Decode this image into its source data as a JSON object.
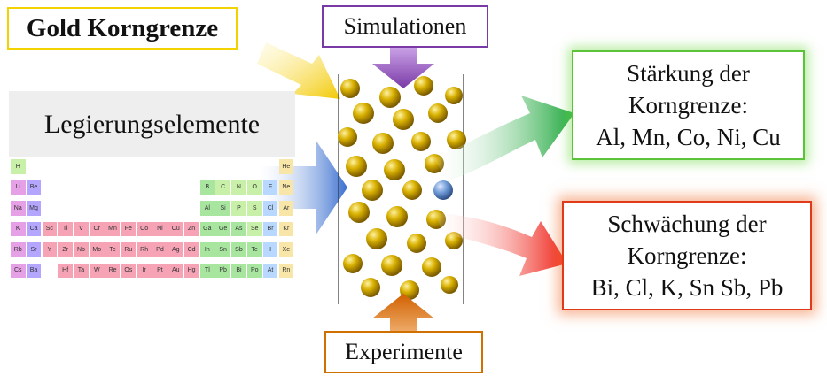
{
  "title": "Gold Korngrenze",
  "simulation_label": "Simulationen",
  "experiment_label": "Experimente",
  "alloy_header": "Legierungselemente",
  "strengthen": {
    "line1": "Stärkung der",
    "line2": "Korngrenze:",
    "line3": "Al, Mn, Co, Ni, Cu"
  },
  "weaken": {
    "line1": "Schwächung der",
    "line2": "Korngrenze:",
    "line3": "Bi, Cl, K, Sn Sb, Pb"
  },
  "colors": {
    "title_border": "#f2d200",
    "simulation": "#7a3aa6",
    "experiment": "#d07000",
    "strengthen": "#3cb03a",
    "weaken": "#e02010",
    "input_arrow": "#3a6fd0",
    "gold_atom": "#d4a900",
    "solute_atom": "#6f9ad6"
  },
  "periodic_table": [
    {
      "s": "H",
      "r": 0,
      "c": 0,
      "t": "nonmetal"
    },
    {
      "s": "He",
      "r": 0,
      "c": 17,
      "t": "noble"
    },
    {
      "s": "Li",
      "r": 1,
      "c": 0,
      "t": "alkali"
    },
    {
      "s": "Be",
      "r": 1,
      "c": 1,
      "t": "alkaline"
    },
    {
      "s": "B",
      "r": 1,
      "c": 12,
      "t": "metalloid"
    },
    {
      "s": "C",
      "r": 1,
      "c": 13,
      "t": "nonmetal"
    },
    {
      "s": "N",
      "r": 1,
      "c": 14,
      "t": "nonmetal"
    },
    {
      "s": "O",
      "r": 1,
      "c": 15,
      "t": "nonmetal"
    },
    {
      "s": "F",
      "r": 1,
      "c": 16,
      "t": "halogen"
    },
    {
      "s": "Ne",
      "r": 1,
      "c": 17,
      "t": "noble"
    },
    {
      "s": "Na",
      "r": 2,
      "c": 0,
      "t": "alkali"
    },
    {
      "s": "Mg",
      "r": 2,
      "c": 1,
      "t": "alkaline"
    },
    {
      "s": "Al",
      "r": 2,
      "c": 12,
      "t": "post"
    },
    {
      "s": "Si",
      "r": 2,
      "c": 13,
      "t": "metalloid"
    },
    {
      "s": "P",
      "r": 2,
      "c": 14,
      "t": "nonmetal"
    },
    {
      "s": "S",
      "r": 2,
      "c": 15,
      "t": "nonmetal"
    },
    {
      "s": "Cl",
      "r": 2,
      "c": 16,
      "t": "halogen"
    },
    {
      "s": "Ar",
      "r": 2,
      "c": 17,
      "t": "noble"
    },
    {
      "s": "K",
      "r": 3,
      "c": 0,
      "t": "alkali"
    },
    {
      "s": "Ca",
      "r": 3,
      "c": 1,
      "t": "alkaline"
    },
    {
      "s": "Sc",
      "r": 3,
      "c": 2,
      "t": "tm"
    },
    {
      "s": "Ti",
      "r": 3,
      "c": 3,
      "t": "tm"
    },
    {
      "s": "V",
      "r": 3,
      "c": 4,
      "t": "tm"
    },
    {
      "s": "Cr",
      "r": 3,
      "c": 5,
      "t": "tm"
    },
    {
      "s": "Mn",
      "r": 3,
      "c": 6,
      "t": "tm"
    },
    {
      "s": "Fe",
      "r": 3,
      "c": 7,
      "t": "tm"
    },
    {
      "s": "Co",
      "r": 3,
      "c": 8,
      "t": "tm"
    },
    {
      "s": "Ni",
      "r": 3,
      "c": 9,
      "t": "tm"
    },
    {
      "s": "Cu",
      "r": 3,
      "c": 10,
      "t": "tm"
    },
    {
      "s": "Zn",
      "r": 3,
      "c": 11,
      "t": "tm"
    },
    {
      "s": "Ga",
      "r": 3,
      "c": 12,
      "t": "post"
    },
    {
      "s": "Ge",
      "r": 3,
      "c": 13,
      "t": "metalloid"
    },
    {
      "s": "As",
      "r": 3,
      "c": 14,
      "t": "metalloid"
    },
    {
      "s": "Se",
      "r": 3,
      "c": 15,
      "t": "nonmetal"
    },
    {
      "s": "Br",
      "r": 3,
      "c": 16,
      "t": "halogen"
    },
    {
      "s": "Kr",
      "r": 3,
      "c": 17,
      "t": "noble"
    },
    {
      "s": "Rb",
      "r": 4,
      "c": 0,
      "t": "alkali"
    },
    {
      "s": "Sr",
      "r": 4,
      "c": 1,
      "t": "alkaline"
    },
    {
      "s": "Y",
      "r": 4,
      "c": 2,
      "t": "tm"
    },
    {
      "s": "Zr",
      "r": 4,
      "c": 3,
      "t": "tm"
    },
    {
      "s": "Nb",
      "r": 4,
      "c": 4,
      "t": "tm"
    },
    {
      "s": "Mo",
      "r": 4,
      "c": 5,
      "t": "tm"
    },
    {
      "s": "Tc",
      "r": 4,
      "c": 6,
      "t": "tm"
    },
    {
      "s": "Ru",
      "r": 4,
      "c": 7,
      "t": "tm"
    },
    {
      "s": "Rh",
      "r": 4,
      "c": 8,
      "t": "tm"
    },
    {
      "s": "Pd",
      "r": 4,
      "c": 9,
      "t": "tm"
    },
    {
      "s": "Ag",
      "r": 4,
      "c": 10,
      "t": "tm"
    },
    {
      "s": "Cd",
      "r": 4,
      "c": 11,
      "t": "tm"
    },
    {
      "s": "In",
      "r": 4,
      "c": 12,
      "t": "post"
    },
    {
      "s": "Sn",
      "r": 4,
      "c": 13,
      "t": "post"
    },
    {
      "s": "Sb",
      "r": 4,
      "c": 14,
      "t": "metalloid"
    },
    {
      "s": "Te",
      "r": 4,
      "c": 15,
      "t": "metalloid"
    },
    {
      "s": "I",
      "r": 4,
      "c": 16,
      "t": "halogen"
    },
    {
      "s": "Xe",
      "r": 4,
      "c": 17,
      "t": "noble"
    },
    {
      "s": "Cs",
      "r": 5,
      "c": 0,
      "t": "alkali"
    },
    {
      "s": "Ba",
      "r": 5,
      "c": 1,
      "t": "alkaline"
    },
    {
      "s": "Hf",
      "r": 5,
      "c": 3,
      "t": "tm"
    },
    {
      "s": "Ta",
      "r": 5,
      "c": 4,
      "t": "tm"
    },
    {
      "s": "W",
      "r": 5,
      "c": 5,
      "t": "tm"
    },
    {
      "s": "Re",
      "r": 5,
      "c": 6,
      "t": "tm"
    },
    {
      "s": "Os",
      "r": 5,
      "c": 7,
      "t": "tm"
    },
    {
      "s": "Ir",
      "r": 5,
      "c": 8,
      "t": "tm"
    },
    {
      "s": "Pt",
      "r": 5,
      "c": 9,
      "t": "tm"
    },
    {
      "s": "Au",
      "r": 5,
      "c": 10,
      "t": "tm"
    },
    {
      "s": "Hg",
      "r": 5,
      "c": 11,
      "t": "tm"
    },
    {
      "s": "Tl",
      "r": 5,
      "c": 12,
      "t": "post"
    },
    {
      "s": "Pb",
      "r": 5,
      "c": 13,
      "t": "post"
    },
    {
      "s": "Bi",
      "r": 5,
      "c": 14,
      "t": "post"
    },
    {
      "s": "Po",
      "r": 5,
      "c": 15,
      "t": "post"
    },
    {
      "s": "At",
      "r": 5,
      "c": 16,
      "t": "halogen"
    },
    {
      "s": "Rn",
      "r": 5,
      "c": 17,
      "t": "noble"
    }
  ],
  "element_colors": {
    "alkali": "#e6a0e6",
    "alkaline": "#b4a6ff",
    "tm": "#f5a3b5",
    "post": "#a8e6a0",
    "metalloid": "#a8e6a0",
    "nonmetal": "#c8f0a8",
    "halogen": "#b8d8ff",
    "noble": "#f8e6a8"
  }
}
